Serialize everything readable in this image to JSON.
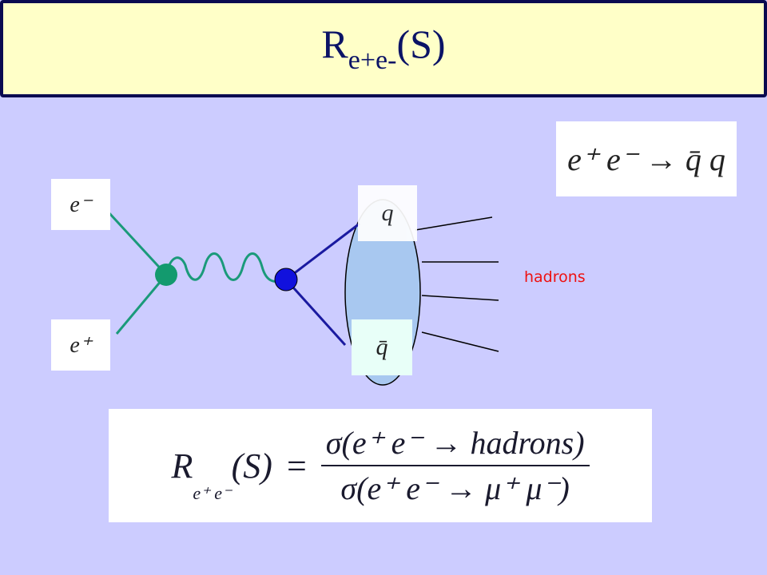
{
  "title": {
    "main": "R",
    "sub": "e+e-",
    "arg": "(S)"
  },
  "particles": {
    "electron": "e⁻",
    "positron": "e⁺",
    "quark": "q",
    "antiquark": "q̄"
  },
  "reaction": {
    "lhs": "e⁺ e⁻",
    "arrow": "→",
    "rhs": "q̄ q"
  },
  "hadrons_label": "hadrons",
  "formula": {
    "lhs_symbol": "R",
    "lhs_sub": "e⁺ e⁻",
    "lhs_arg": "(S)",
    "equals": "=",
    "numerator": "σ(e⁺ e⁻ → hadrons)",
    "denominator": "σ(e⁺ e⁻ → μ⁺ μ⁻)"
  },
  "colors": {
    "background": "#ccccff",
    "title_background": "#ffffc8",
    "title_text": "#0b1366",
    "lepton_line": "#1a9a7a",
    "quark_line": "#1a1aa0",
    "vertex_lepton": "#139a6e",
    "vertex_quark": "#1111dd",
    "hadron_blob": "#a8c8f0",
    "hadrons_text": "#ee1111"
  }
}
